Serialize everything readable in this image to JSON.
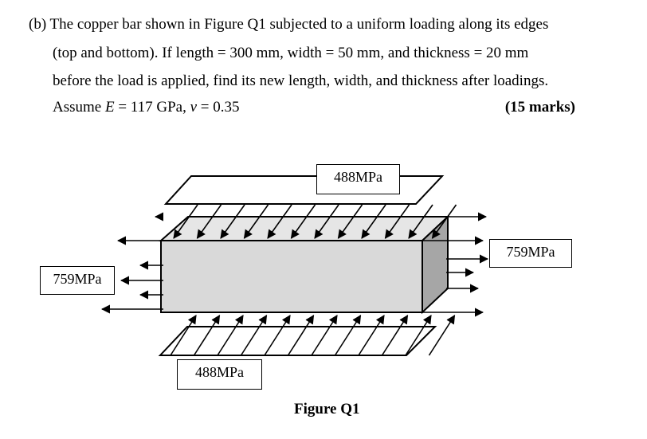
{
  "problem": {
    "line1": "(b) The copper bar shown in Figure Q1 subjected to a uniform loading along its edges",
    "line2": "(top and bottom). If length = 300 mm, width = 50 mm, and thickness = 20 mm",
    "line3": "before the load is applied, find its new length, width, and thickness after loadings.",
    "assume_prefix": "Assume ",
    "e_symbol": "E",
    "assume_mid": " = 117 GPa, ",
    "nu_symbol": "v",
    "assume_end": " = 0.35",
    "marks": "(15 marks)"
  },
  "figure": {
    "top_load_label": "488MPa",
    "bottom_load_label": "488MPa",
    "left_load_label": "759MPa",
    "right_load_label": "759MPa",
    "caption": "Figure Q1"
  },
  "colors": {
    "bar_front": "#d9d9d9",
    "bar_top": "#e6e6e6",
    "bar_side": "#a6a6a6",
    "stroke": "#000000"
  }
}
